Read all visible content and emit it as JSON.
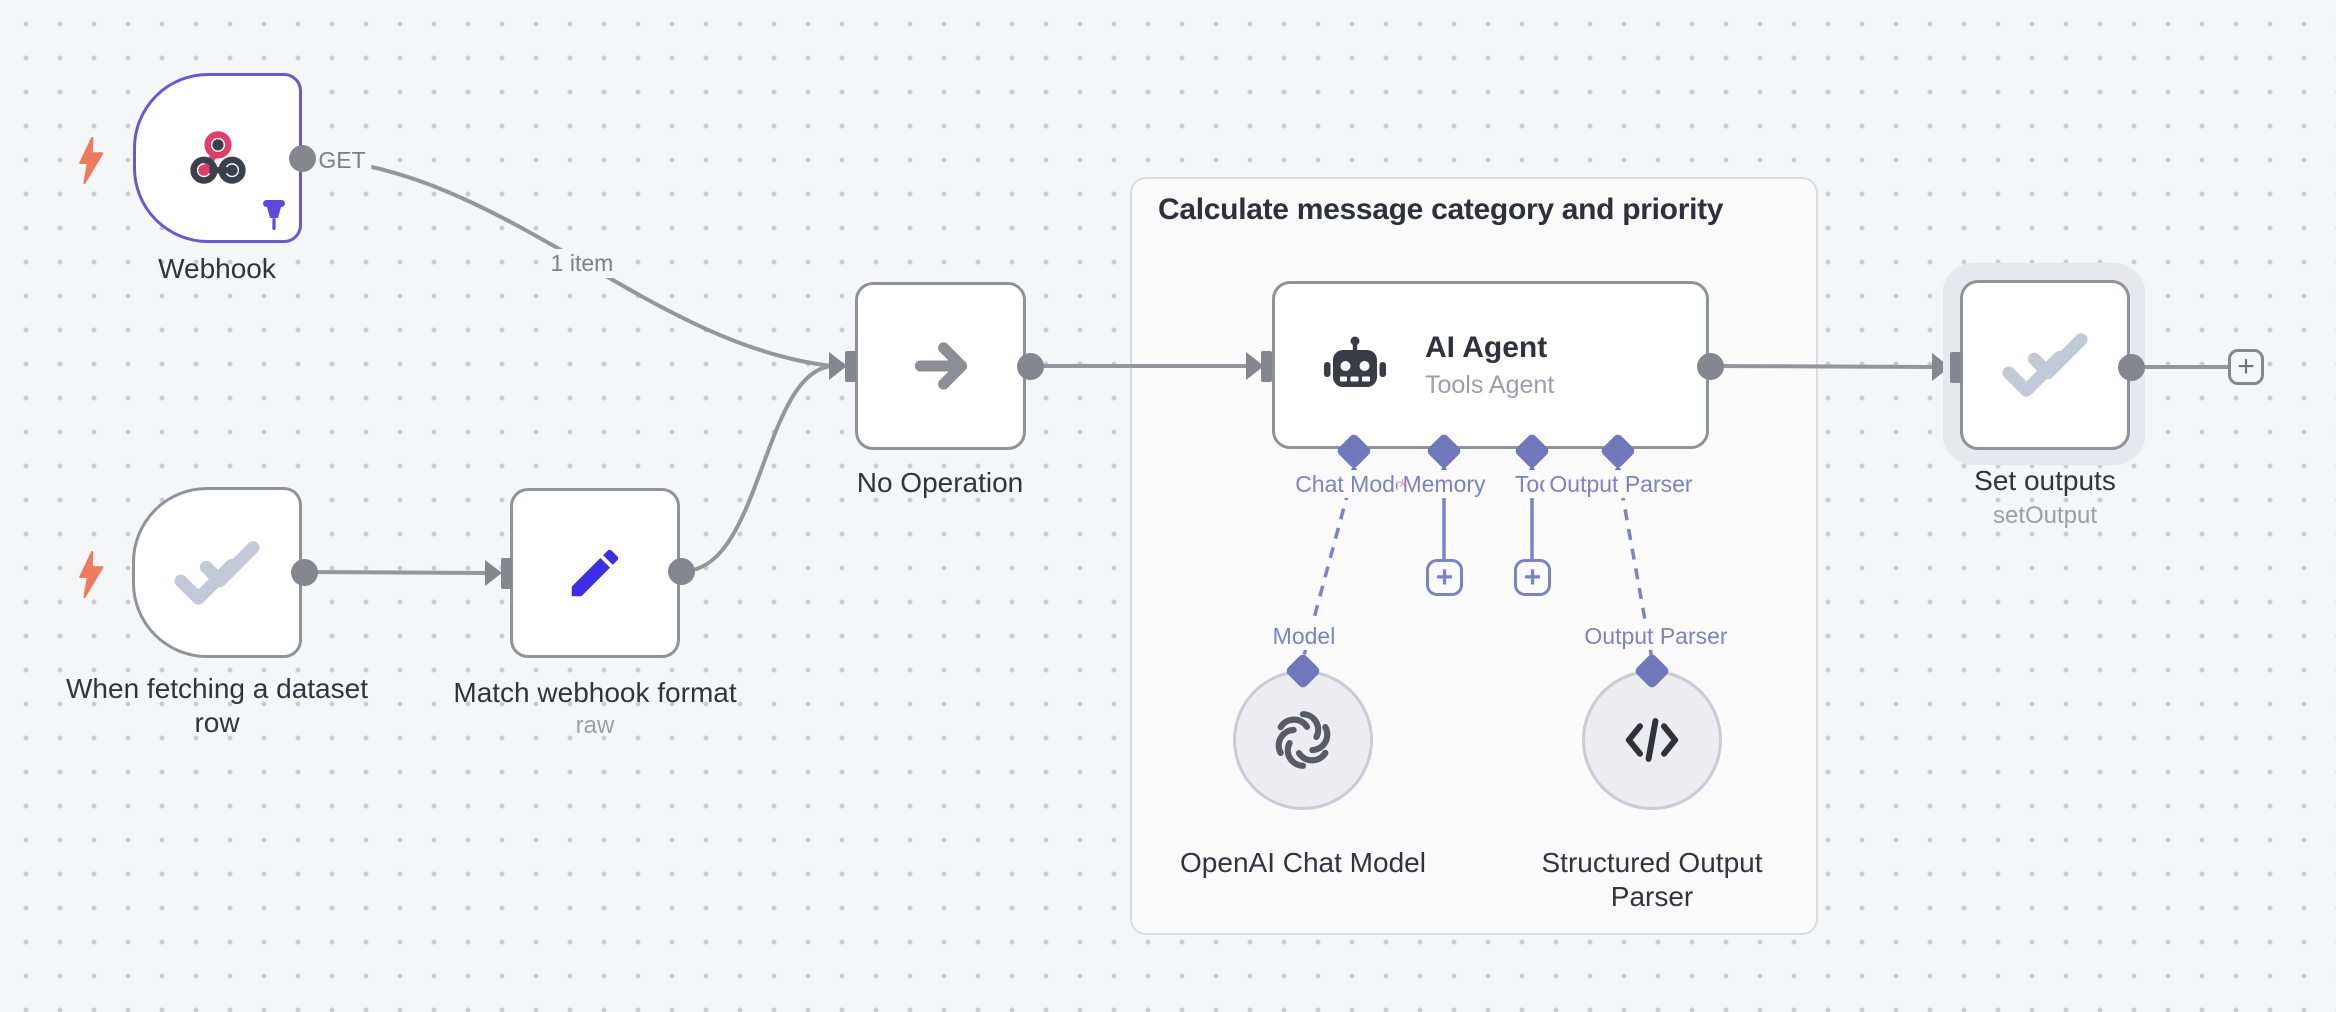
{
  "frame": {
    "title": "Calculate message category and priority"
  },
  "nodes": {
    "webhook": {
      "label": "Webhook",
      "method": "GET"
    },
    "dataset_trigger": {
      "label": "When fetching a dataset row"
    },
    "match_format": {
      "label": "Match webhook format",
      "sublabel": "raw"
    },
    "no_operation": {
      "label": "No Operation"
    },
    "ai_agent": {
      "title": "AI Agent",
      "subtitle": "Tools Agent",
      "required_marker": "*",
      "ports": {
        "chat_model": "Chat Model",
        "memory": "Memory",
        "tool": "Tool",
        "output_parser": "Output Parser"
      }
    },
    "openai_model": {
      "label": "OpenAI Chat Model",
      "port_label": "Model"
    },
    "structured_parser": {
      "label": "Structured Output Parser",
      "port_label": "Output Parser"
    },
    "set_outputs": {
      "label": "Set outputs",
      "sublabel": "setOutput"
    }
  },
  "connections": {
    "item_count": "1 item"
  },
  "icons": {
    "plus": "+",
    "names": [
      "webhook-icon",
      "pin-icon",
      "bolt-icon",
      "double-check-icon",
      "pencil-icon",
      "arrow-right-icon",
      "robot-icon",
      "openai-icon",
      "code-icon",
      "plus-icon"
    ]
  },
  "colors": {
    "canvas_bg": "#f5f6f8",
    "selected_node_border": "#6a58d3",
    "node_border": "#8f9299",
    "connection_gray": "#93969b",
    "accent_indigo": "#7c82c4",
    "trigger_bolt": "#ee7a5f",
    "webhook_pink": "#df3d6d",
    "edit_blue": "#3c2ee2",
    "check_gray_blue": "#c2cad9",
    "pin_purple": "#5e49dd"
  }
}
